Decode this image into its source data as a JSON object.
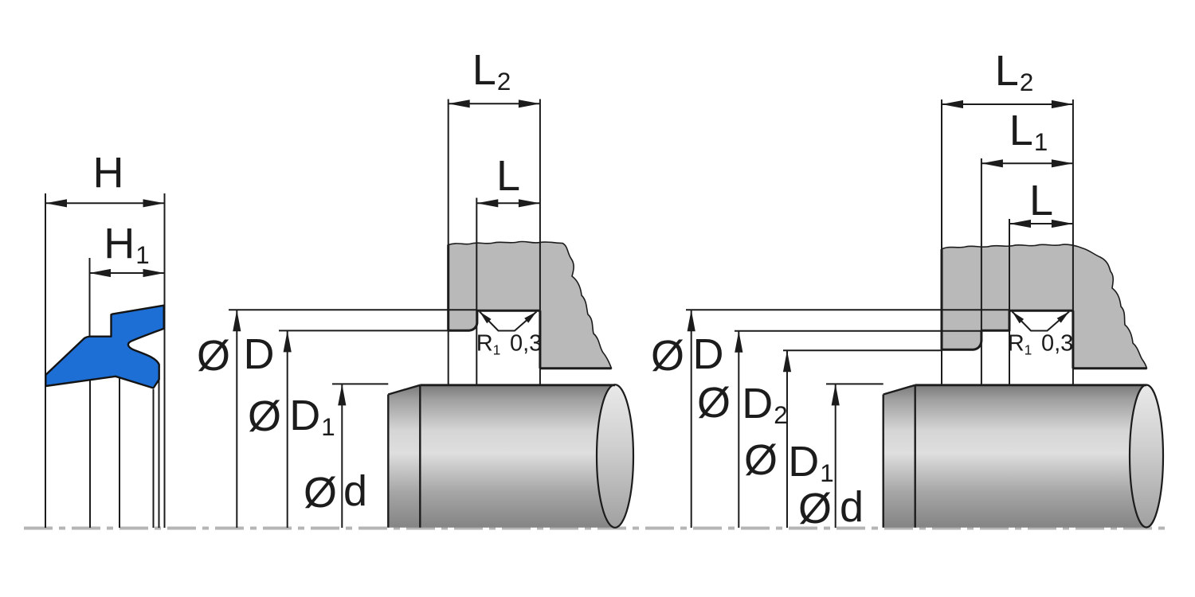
{
  "colors": {
    "seal_blue": "#1d6fd6",
    "housing_gray": "#b9b9b9",
    "line_dark": "#1c1c1c",
    "centerline_gray": "#b5b5b5",
    "background": "#ffffff"
  },
  "profile_view": {
    "dim_h": {
      "base": "H"
    },
    "dim_h1": {
      "base": "H",
      "sub": "1"
    }
  },
  "single_groove_view": {
    "dim_l2": {
      "base": "L",
      "sub": "2"
    },
    "dim_l": {
      "base": "L"
    },
    "dia_D": {
      "symbol": "Ø",
      "base": "D"
    },
    "dia_D1": {
      "symbol": "Ø",
      "base": "D",
      "sub": "1"
    },
    "dia_d": {
      "symbol": "Ø",
      "base": "d"
    },
    "radius_note": {
      "base": "R",
      "sub": "1",
      "value": "0,3"
    }
  },
  "stepped_groove_view": {
    "dim_l2": {
      "base": "L",
      "sub": "2"
    },
    "dim_l1": {
      "base": "L",
      "sub": "1"
    },
    "dim_l": {
      "base": "L"
    },
    "dia_D": {
      "symbol": "Ø",
      "base": "D"
    },
    "dia_D2": {
      "symbol": "Ø",
      "base": "D",
      "sub": "2"
    },
    "dia_D1": {
      "symbol": "Ø",
      "base": "D",
      "sub": "1"
    },
    "dia_d": {
      "symbol": "Ø",
      "base": "d"
    },
    "radius_note": {
      "base": "R",
      "sub": "1",
      "value": "0,3"
    }
  }
}
